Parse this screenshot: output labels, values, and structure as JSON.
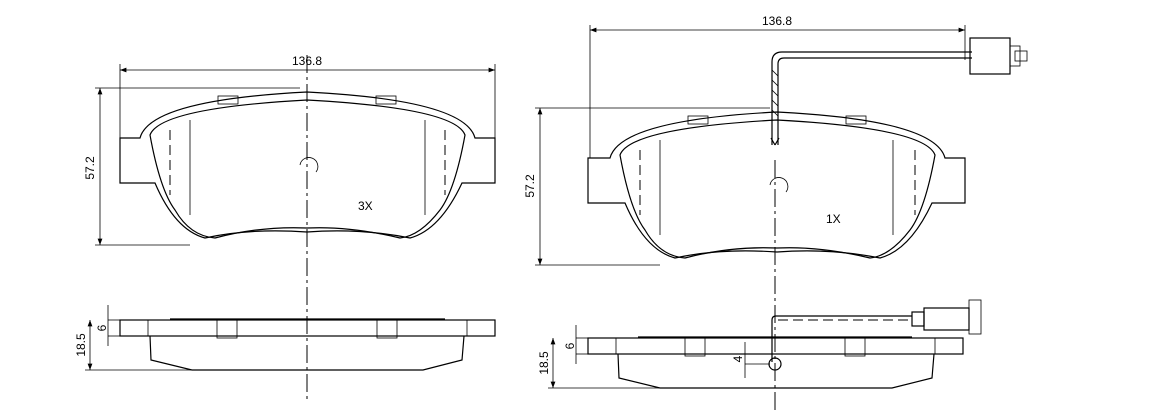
{
  "left_pad": {
    "width_dim": "136.8",
    "height_dim": "57.2",
    "quantity": "3X",
    "total_thickness_dim": "18.5",
    "plate_thickness_dim": "6"
  },
  "right_pad": {
    "width_dim": "136.8",
    "height_dim": "57.2",
    "quantity": "1X",
    "total_thickness_dim": "18.5",
    "plate_thickness_dim": "6",
    "sensor_offset_dim": "4"
  }
}
